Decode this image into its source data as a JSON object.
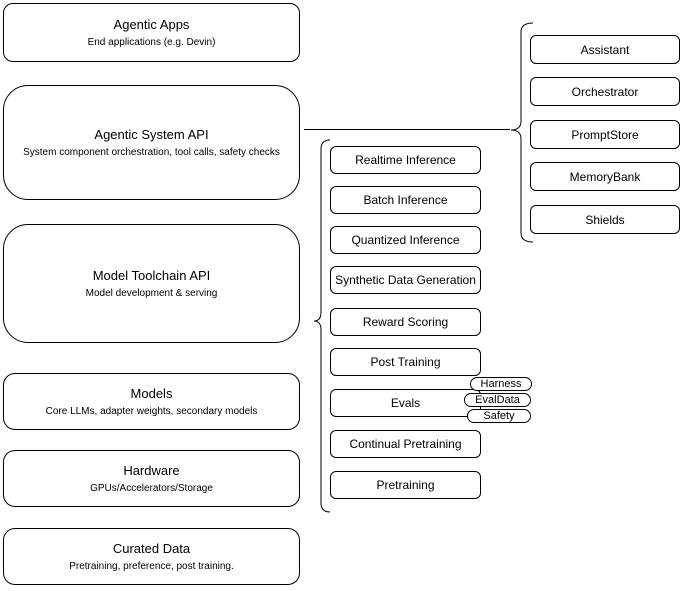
{
  "left_column": {
    "boxes": [
      {
        "title": "Agentic Apps",
        "subtitle": "End applications (e.g. Devin)"
      },
      {
        "title": "Agentic System API",
        "subtitle": "System component orchestration, tool calls, safety checks"
      },
      {
        "title": "Model Toolchain API",
        "subtitle": "Model development & serving"
      },
      {
        "title": "Models",
        "subtitle": "Core LLMs, adapter weights, secondary models"
      },
      {
        "title": "Hardware",
        "subtitle": "GPUs/Accelerators/Storage"
      },
      {
        "title": "Curated Data",
        "subtitle": "Pretraining, preference, post training."
      }
    ]
  },
  "middle_column": {
    "items": [
      "Realtime Inference",
      "Batch Inference",
      "Quantized Inference",
      "Synthetic Data Generation",
      "Reward Scoring",
      "Post Training",
      "Evals",
      "Continual Pretraining",
      "Pretraining"
    ],
    "eval_tags": [
      "Harness",
      "EvalData",
      "Safety"
    ]
  },
  "right_column": {
    "items": [
      "Assistant",
      "Orchestrator",
      "PromptStore",
      "MemoryBank",
      "Shields"
    ]
  },
  "colors": {
    "stroke": "#000000",
    "background": "#ffffff",
    "text": "#000000"
  }
}
